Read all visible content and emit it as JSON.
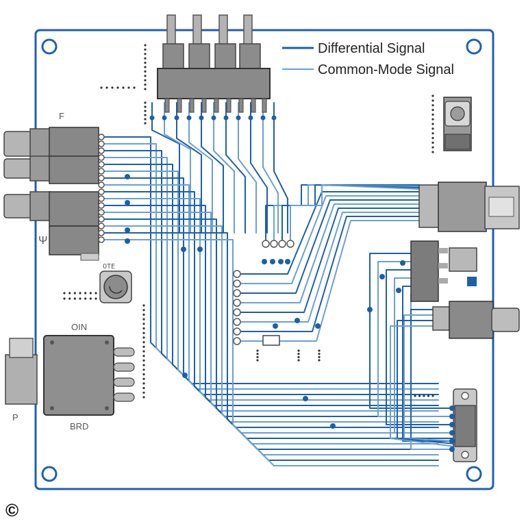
{
  "legend": {
    "differential": "Differential Signal",
    "common_mode": "Common-Mode Signal"
  },
  "labels": {
    "left_f": "F",
    "left_psi": "Ψ",
    "left_oin": "OIN",
    "left_p": "P",
    "button_code": "OTE",
    "bottom_code": "BRD",
    "copyright": "©"
  },
  "colors": {
    "trace_dark": "#1d5fa8",
    "trace_light": "#6a9fd6",
    "board_outline": "#1f5fb0",
    "component_gray": "#8c8c8c",
    "component_light": "#c9c9c9",
    "component_dark": "#5e5e5e"
  }
}
